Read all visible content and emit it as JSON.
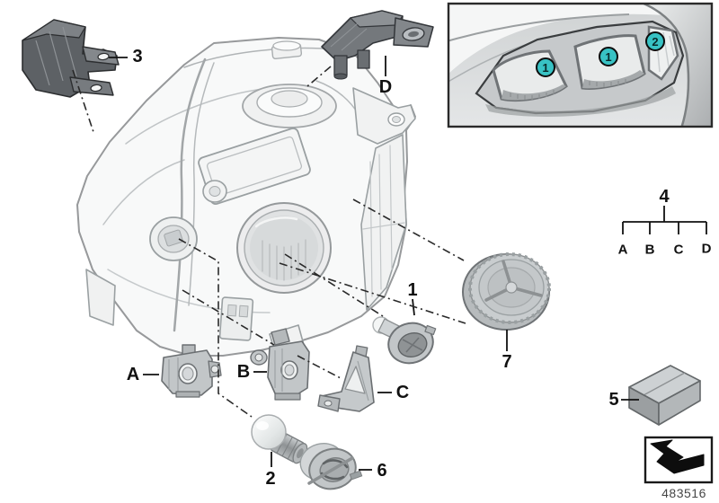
{
  "doc_number": "483516",
  "colors": {
    "callout_fill": "#38c2c4",
    "leader_line": "#1a1a1a",
    "drawing_line": "#97999b",
    "dark_part": "#5d6165"
  },
  "icons": {
    "direction_arrow": "zigzag-up-left-arrow-icon"
  },
  "labels": {
    "part1": "1",
    "part2": "2",
    "part3": "3",
    "part4": "4",
    "part5": "5",
    "part6": "6",
    "part7": "7",
    "bracket_a": "A",
    "bracket_b": "B",
    "bracket_c": "C",
    "bracket_d": "D"
  },
  "legend": {
    "parent": "4",
    "children": [
      "A",
      "B",
      "C",
      "D"
    ]
  },
  "inset": {
    "callouts": [
      {
        "label": "1"
      },
      {
        "label": "1"
      },
      {
        "label": "2"
      }
    ]
  }
}
